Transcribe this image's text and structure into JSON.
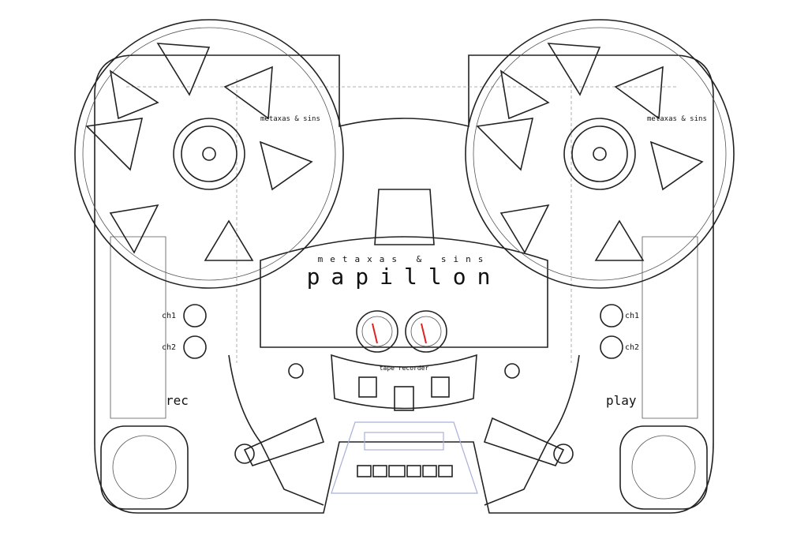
{
  "title": "Reel-to-reel tape recorder technical line drawing",
  "brand": {
    "maker": "metaxas & sins",
    "model": "papillon"
  },
  "reel_logo": "metaxas & sins",
  "panel_label": "tape recorder",
  "left_controls": {
    "ch1": "ch1",
    "ch2": "ch2",
    "mode": "rec"
  },
  "right_controls": {
    "ch1": "ch1",
    "ch2": "ch2",
    "mode": "play"
  },
  "colors": {
    "line": "#222222",
    "accent_blue": "#a9b0d8",
    "meter_needle": "#d22222"
  }
}
